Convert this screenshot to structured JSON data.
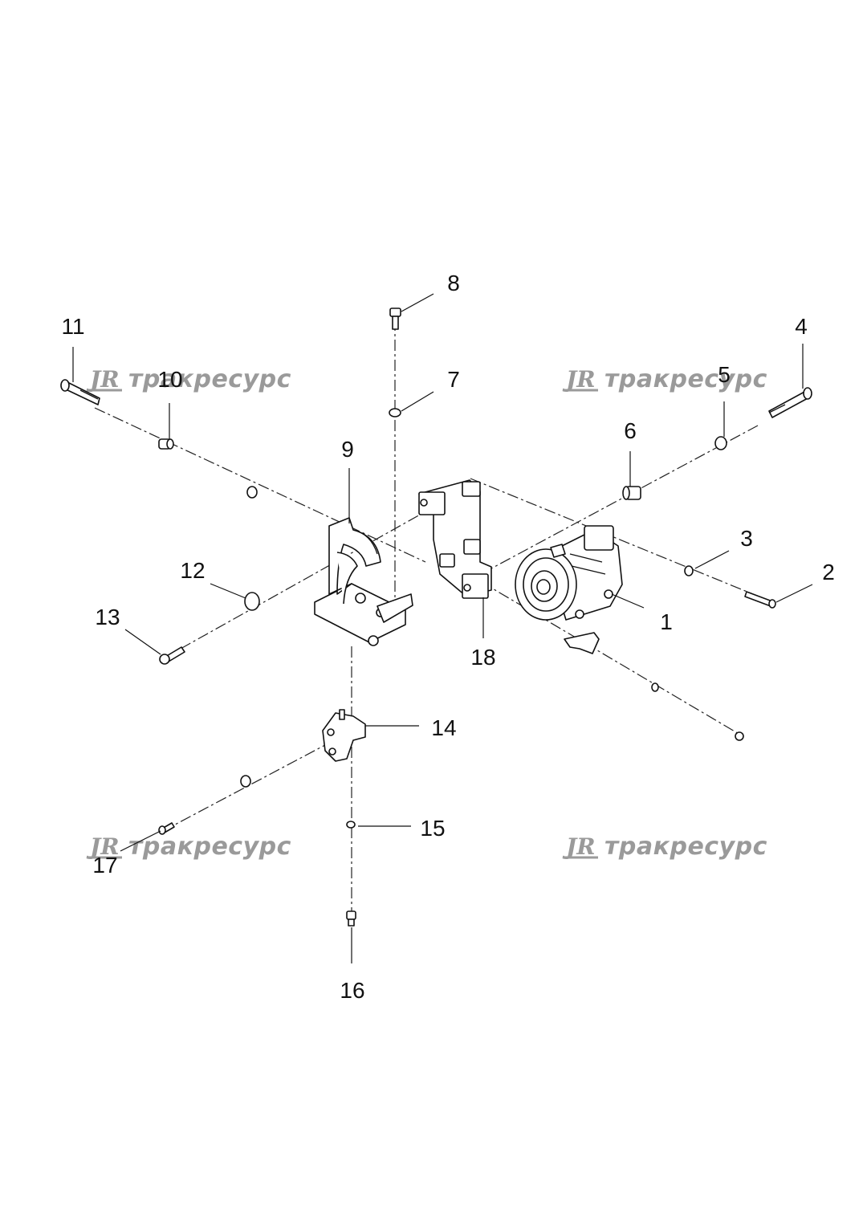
{
  "watermark": {
    "logo_mark": "JR",
    "text": "тракресурс",
    "color": "#9a9a9a"
  },
  "callouts": [
    "1",
    "2",
    "3",
    "4",
    "5",
    "6",
    "7",
    "8",
    "9",
    "10",
    "11",
    "12",
    "13",
    "14",
    "15",
    "16",
    "17",
    "18"
  ],
  "colors": {
    "line": "#111111",
    "background": "#ffffff"
  }
}
